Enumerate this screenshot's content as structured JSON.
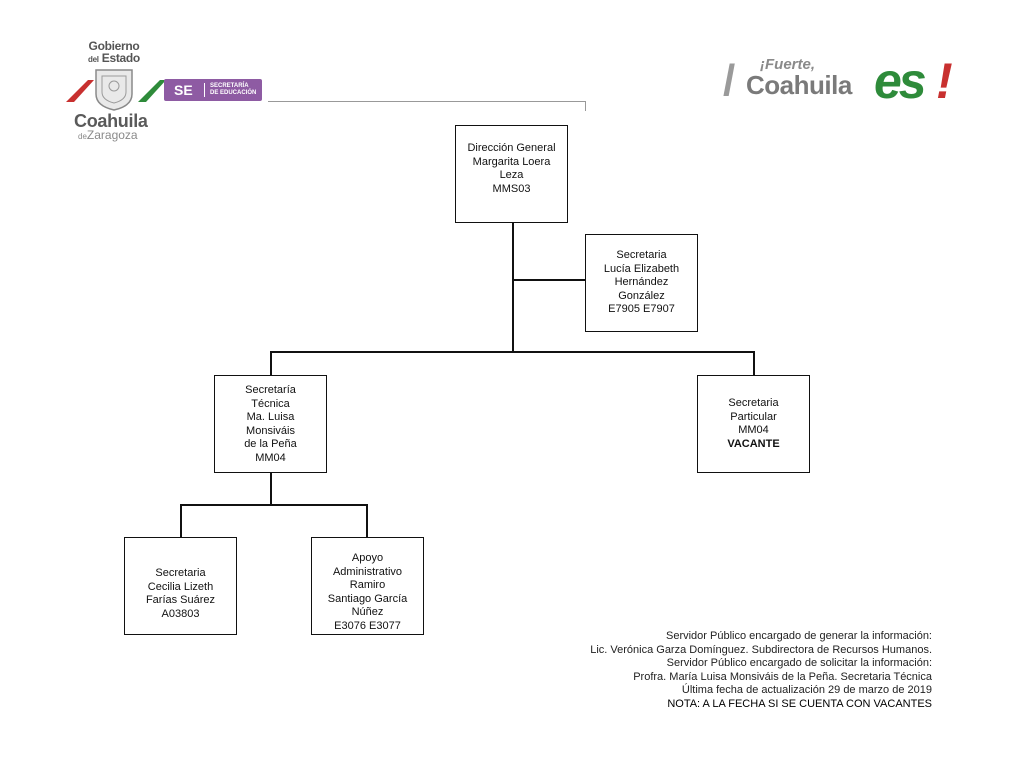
{
  "header": {
    "logo_left": {
      "gobierno": "Gobierno",
      "del": "del",
      "estado": "Estado",
      "coahuila": "Coahuila",
      "de": "de",
      "zaragoza": "Zaragoza",
      "se_badge": "SE",
      "se_subtitle_1": "SECRETARÍA",
      "se_subtitle_2": "DE EDUCACIÓN"
    },
    "logo_right": {
      "fuerte": "¡Fuerte,",
      "coahuila": "Coahuila",
      "es": "es",
      "excl": "!"
    }
  },
  "org_chart": {
    "direccion_general": {
      "line1": "Dirección General",
      "line2": "Margarita Loera",
      "line3": "Leza",
      "line4": "MMS03"
    },
    "secretaria_dg": {
      "line1": "Secretaria",
      "line2": "Lucía Elizabeth",
      "line3": "Hernández",
      "line4": "González",
      "line5": "E7905  E7907"
    },
    "secretaria_tecnica": {
      "line1": "Secretaría",
      "line2": "Técnica",
      "line3": "Ma. Luisa",
      "line4": "Monsiváis",
      "line5": "de la Peña",
      "line6": "MM04"
    },
    "secretaria_particular": {
      "line1": "Secretaria",
      "line2": "Particular",
      "line3": "MM04",
      "line4": "VACANTE"
    },
    "secretaria_st": {
      "line1": "Secretaria",
      "line2": "Cecilia Lizeth",
      "line3": "Farías Suárez",
      "line4": "A03803"
    },
    "apoyo_administrativo": {
      "line1": "Apoyo",
      "line2": "Administrativo",
      "line3": "Ramiro",
      "line4": "Santiago García",
      "line5": "Núñez",
      "line6": "E3076  E3077"
    }
  },
  "notes": {
    "n1": "Servidor Público encargado de generar la información:",
    "n2": "Lic. Verónica Garza Domínguez. Subdirectora de Recursos Humanos.",
    "n3": "Servidor Público encargado de solicitar la información:",
    "n4": "Profra. María Luisa Monsiváis de la Peña. Secretaria Técnica",
    "n5": "Última fecha de actualización 29 de marzo de 2019",
    "n6": "NOTA: A LA FECHA SI SE CUENTA CON VACANTES"
  },
  "colors": {
    "se_purple": "#8e5ba3",
    "es_green": "#2e8b3a",
    "es_red": "#c8302f",
    "line": "#111111"
  }
}
